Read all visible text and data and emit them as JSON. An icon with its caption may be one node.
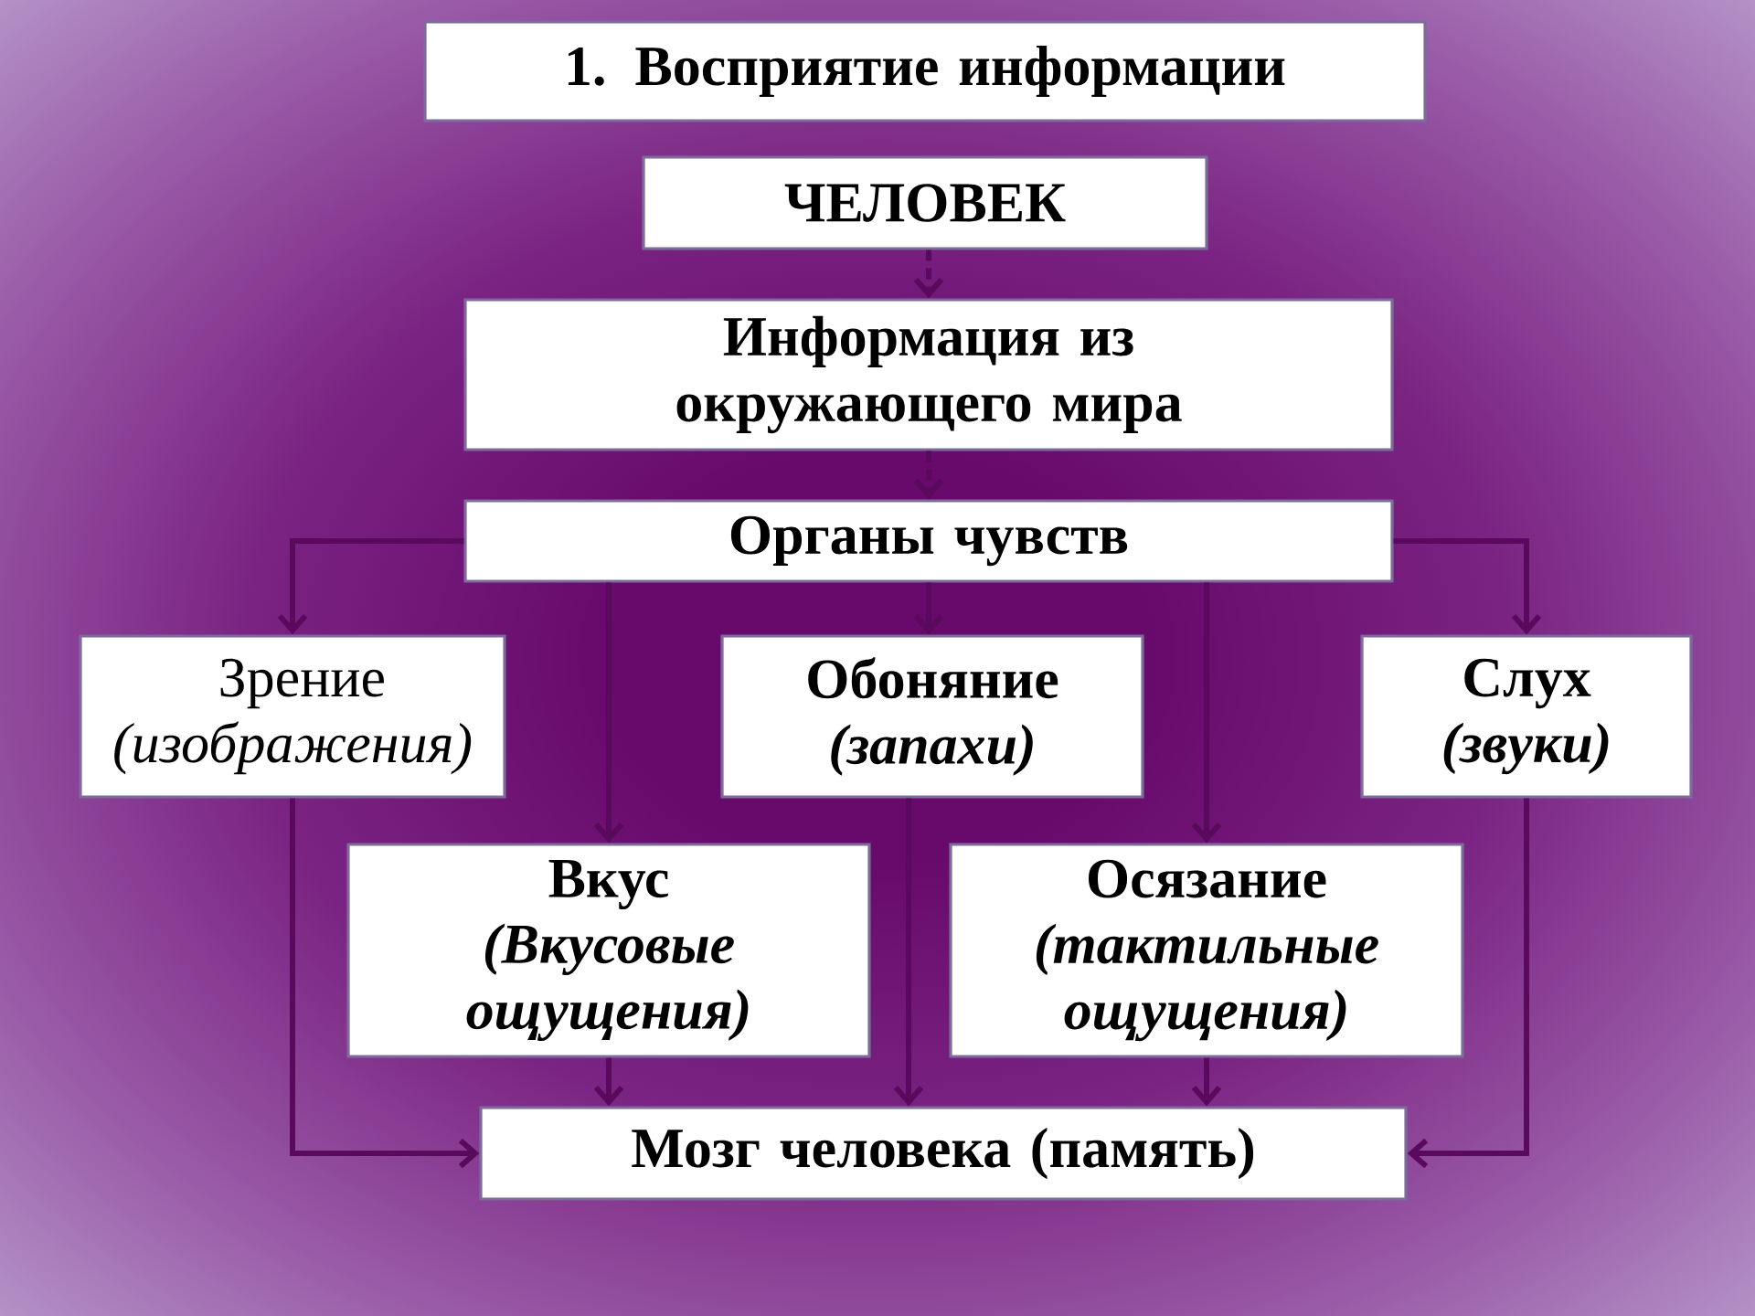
{
  "diagram": {
    "nodes": [
      {
        "text": [
          "1. Восприятие информации"
        ]
      },
      {
        "text": [
          "ЧЕЛОВЕК"
        ]
      },
      {
        "text": [
          "Информация из окружающего мира"
        ]
      },
      {
        "text": [
          "Органы чувств"
        ]
      },
      {
        "text": [
          "Зрение",
          "(изображения)"
        ]
      },
      {
        "text": [
          "Обоняние",
          "(запахи)"
        ]
      },
      {
        "text": [
          "Слух",
          "(звуки)"
        ]
      },
      {
        "text": [
          "Вкус",
          "(Вкусовые ощущения)"
        ]
      },
      {
        "text": [
          "Осязание",
          "(тактильные ощущения)"
        ]
      },
      {
        "text": [
          "Мозг человека (память)"
        ]
      }
    ],
    "edges": [
      {
        "from": 1,
        "to": 2,
        "arrow": "to",
        "style": "dashed"
      },
      {
        "from": 2,
        "to": 3,
        "arrow": "to",
        "style": "dashed"
      },
      {
        "from": 3,
        "to": 4,
        "arrow": "to"
      },
      {
        "from": 3,
        "to": 7,
        "arrow": "to"
      },
      {
        "from": 3,
        "to": 5,
        "arrow": "to"
      },
      {
        "from": 3,
        "to": 8,
        "arrow": "to"
      },
      {
        "from": 3,
        "to": 6,
        "arrow": "to"
      },
      {
        "from": 4,
        "to": 9,
        "arrow": "to"
      },
      {
        "from": 7,
        "to": 9,
        "arrow": "to"
      },
      {
        "from": 5,
        "to": 9,
        "arrow": "to"
      },
      {
        "from": 8,
        "to": 9,
        "arrow": "to"
      },
      {
        "from": 6,
        "to": 9,
        "arrow": "to"
      }
    ]
  }
}
